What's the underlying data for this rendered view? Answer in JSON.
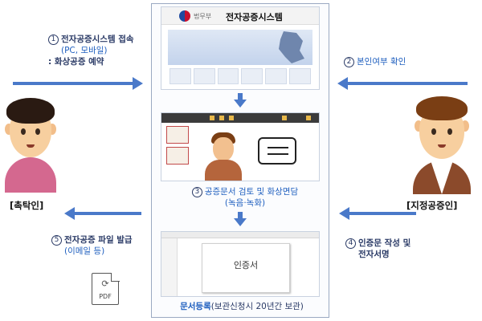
{
  "center": {
    "site_org": "법무부",
    "site_title": "전자공증시스템",
    "doc_title": "인증서",
    "step3": {
      "num": "3",
      "text": "공증문서 검토 및 화상면담",
      "sub": "(녹음·녹화)"
    },
    "doc_register": {
      "bold": "문서등록",
      "rest": "(보관신청시 20년간 보관)"
    }
  },
  "left": {
    "role": "[촉탁인]",
    "step1": {
      "num": "1",
      "line1": "전자공증시스템 접속",
      "line2": "(PC, 모바일)",
      "line3": ": 화상공증 예약"
    },
    "step5": {
      "num": "5",
      "line1": "전자공증 파일 발급",
      "line2": "(이메일 등)"
    },
    "pdf_label": "PDF"
  },
  "right": {
    "role": "[지정공증인]",
    "step2": {
      "num": "2",
      "text": "본인여부 확인"
    },
    "step4": {
      "num": "4",
      "line1": "인증문 작성 및",
      "line2": "전자서명"
    }
  },
  "colors": {
    "arrow": "#4a79c9",
    "accent_text": "#1f5fbf",
    "frame": "#9aa9c2"
  },
  "icons": [
    "government-emblem-icon",
    "scroll-document-icon",
    "pdf-file-icon",
    "refresh-icon"
  ]
}
